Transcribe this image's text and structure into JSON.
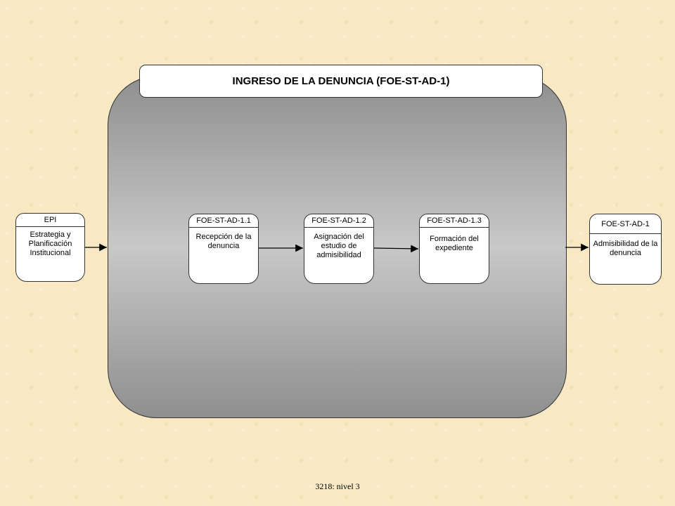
{
  "title": "INGRESO DE LA DENUNCIA (FOE-ST-AD-1)",
  "input_node": {
    "code": "EPI",
    "desc": "Estrategia y Planificación Institucional"
  },
  "steps": [
    {
      "code": "FOE-ST-AD-1.1",
      "desc": "Recepción de la denuncia"
    },
    {
      "code": "FOE-ST-AD-1.2",
      "desc": "Asignación del estudio de admisibilidad"
    },
    {
      "code": "FOE-ST-AD-1.3",
      "desc": "Formación del expediente"
    }
  ],
  "output_node": {
    "code": "FOE-ST-AD-1",
    "desc": "Admisibilidad de la denuncia"
  },
  "footer": "3218:  nivel  3"
}
